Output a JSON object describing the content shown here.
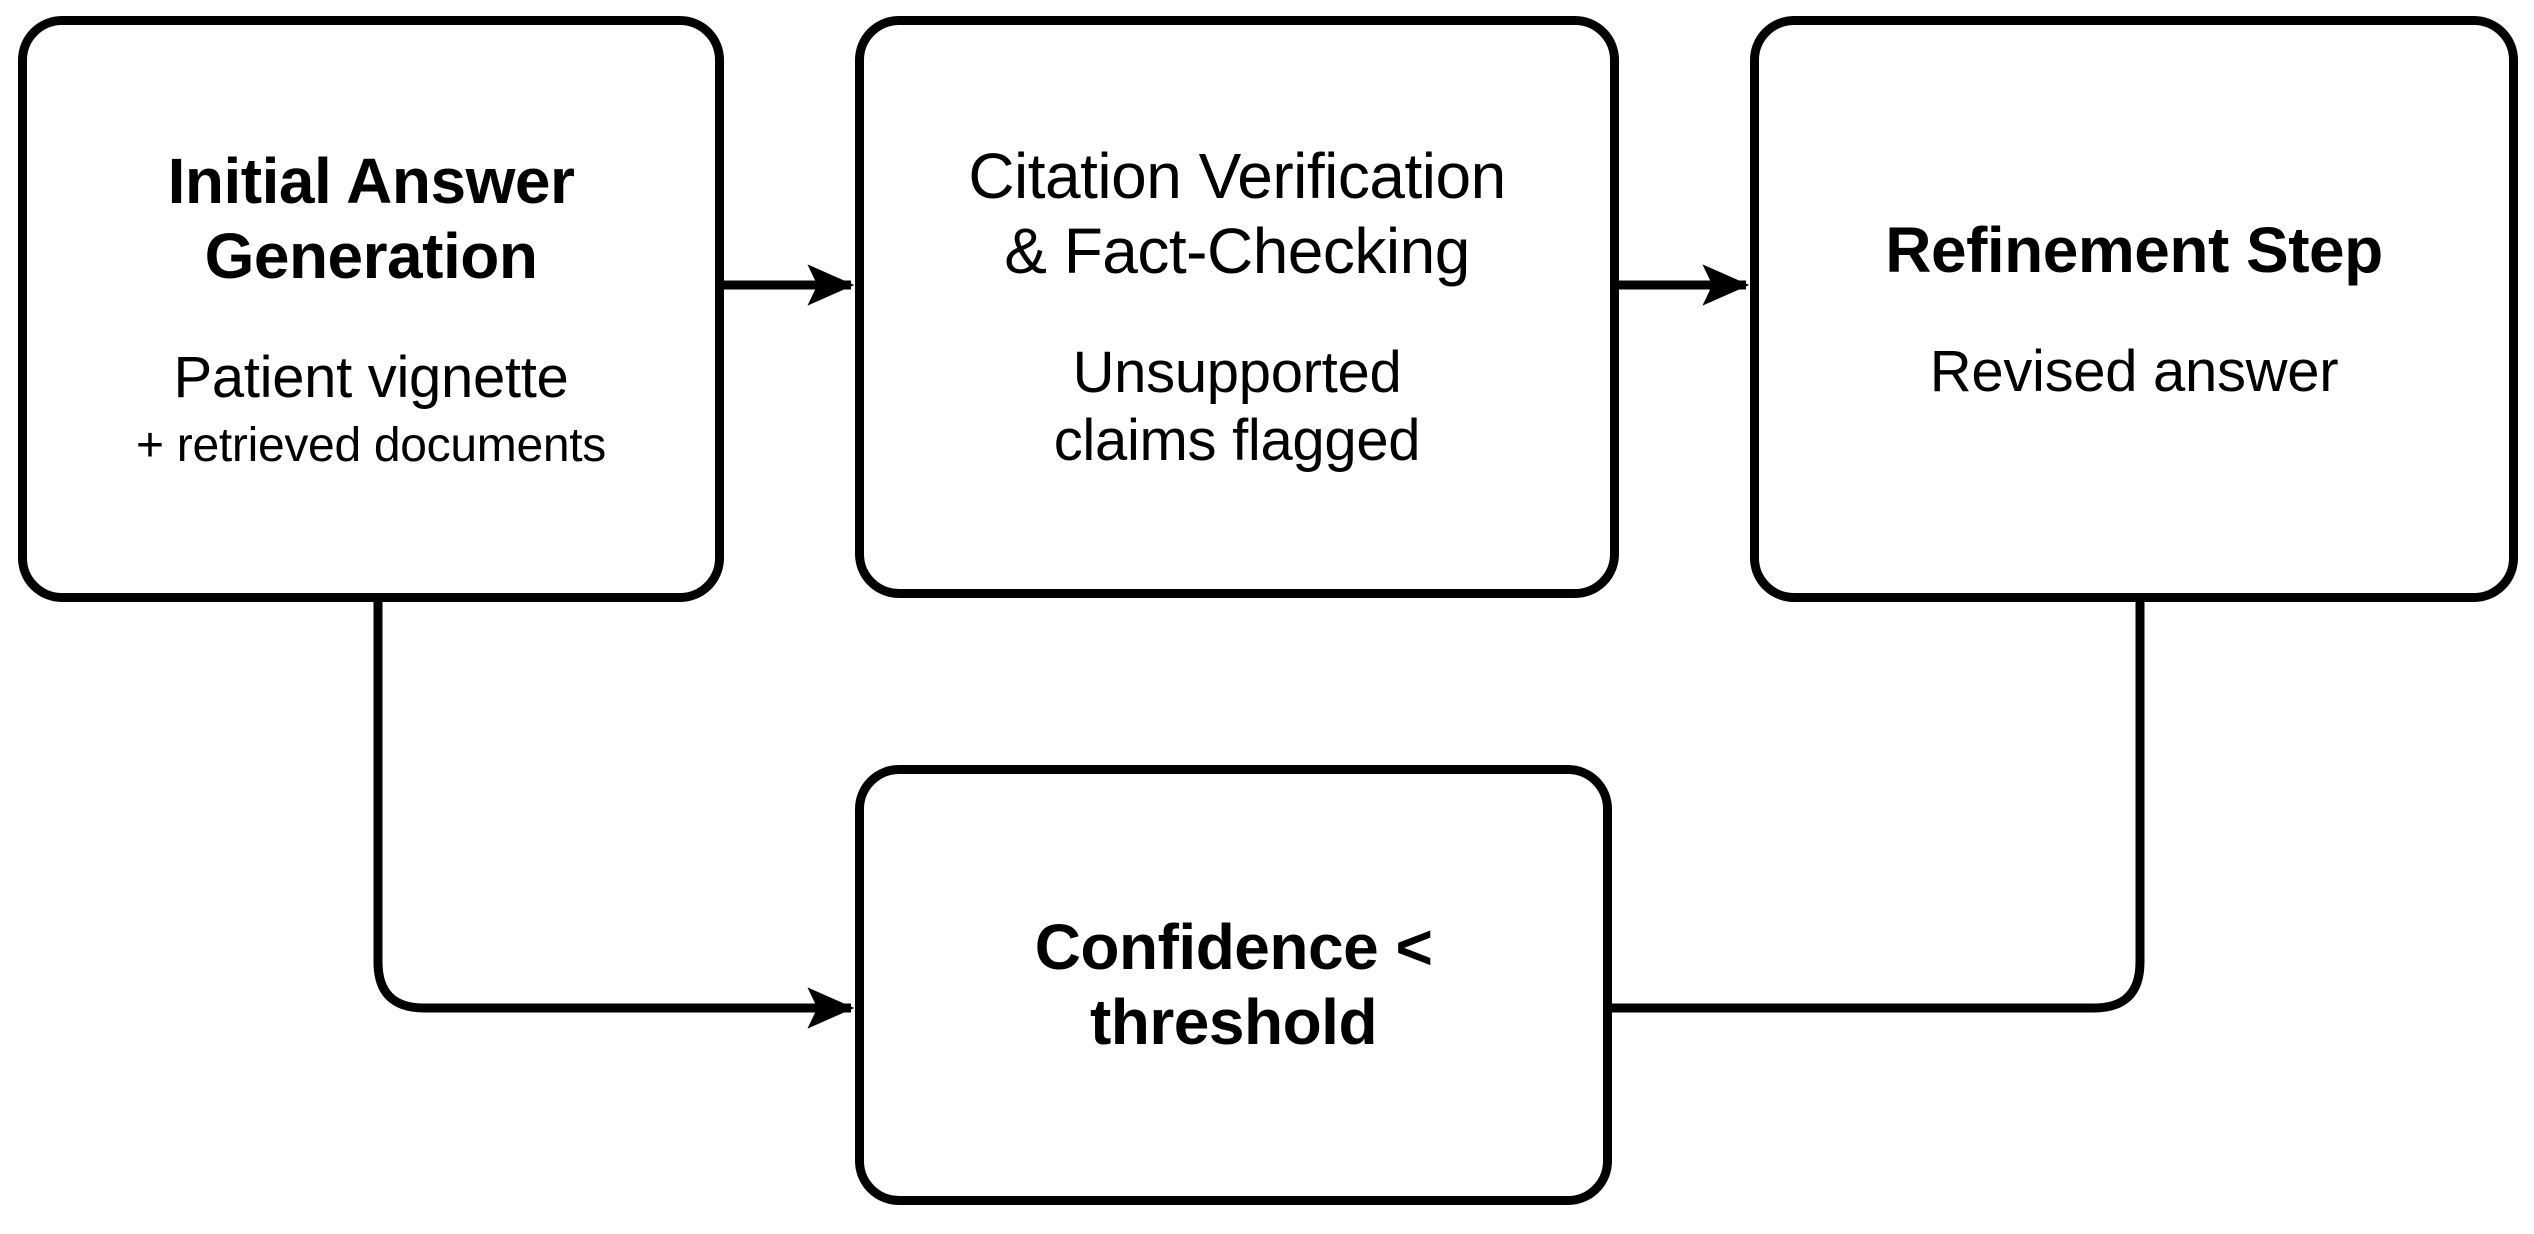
{
  "diagram": {
    "type": "flowchart",
    "background_color": "#ffffff",
    "stroke_color": "#000000",
    "nodes": [
      {
        "id": "initial-answer-generation",
        "title": "Initial Answer\nGeneration",
        "title_line1": "Initial Answer",
        "title_line2": "Generation",
        "title_bold": true,
        "subtitle": "Patient vignette",
        "detail": "+ retrieved documents"
      },
      {
        "id": "citation-verification",
        "title_line1": "Citation Verification",
        "title_line2": "& Fact-Checking",
        "title_bold": false,
        "subtitle_line1": "Unsupported",
        "subtitle_line2": "claims flagged"
      },
      {
        "id": "refinement-step",
        "title_line1": "Refinement Step",
        "title_bold": true,
        "subtitle": "Revised answer"
      },
      {
        "id": "confidence-threshold",
        "title_line1": "Confidence <",
        "title_line2": "threshold",
        "title_bold": true
      }
    ],
    "edges": [
      {
        "id": "initial-to-verification",
        "from": "initial-answer-generation",
        "to": "citation-verification",
        "arrowhead": true,
        "style": "straight-horizontal"
      },
      {
        "id": "verification-to-refinement",
        "from": "citation-verification",
        "to": "refinement-step",
        "arrowhead": true,
        "style": "straight-horizontal"
      },
      {
        "id": "initial-to-confidence",
        "from": "initial-answer-generation",
        "to": "confidence-threshold",
        "arrowhead": true,
        "style": "elbow-down-right"
      },
      {
        "id": "refinement-to-confidence",
        "from": "refinement-step",
        "to": "confidence-threshold",
        "arrowhead": false,
        "style": "elbow-down-left"
      }
    ]
  }
}
